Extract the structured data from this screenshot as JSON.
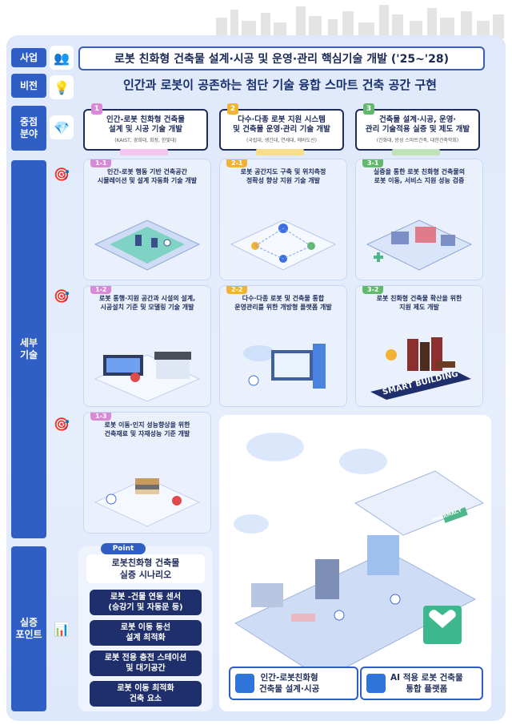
{
  "sidebar": {
    "business": "사업",
    "vision": "비전",
    "focus": "중점\n분야",
    "detail": "세부\n기술",
    "demo": "실증\n포인트"
  },
  "header": {
    "title": "로봇 친화형 건축물 설계·시공 및 운영·관리 핵심기술 개발 ('25~'28)",
    "vision": "인간과 로봇이 공존하는 첨단 기술 융합 스마트 건축 공간 구현"
  },
  "focus_areas": [
    {
      "num": "1",
      "title": "인간-로봇 친화형 건축물\n설계 및 시공 기술 개발",
      "sub": "(KAIST, 경희대, 회장, 한빛대)"
    },
    {
      "num": "2",
      "title": "다수·다종 로봇 지원 시스템\n및 건축물 운영·관리 기술 개발",
      "sub": "(국립대, 생긴대, 연세대, 에바도신)"
    },
    {
      "num": "3",
      "title": "건축물 설계·시공, 운영·\n관리 기술적용 실증 및 제도 개발",
      "sub": "(건화대, 방성 스마트건축, 대한건축학회)"
    }
  ],
  "details": [
    {
      "tag": "1-1",
      "text": "인간-로봇 행동 기반 건축공간\n시뮬레이션 및 설계 자동화 기술 개발"
    },
    {
      "tag": "2-1",
      "text": "로봇 공간지도 구축 및 위치측정\n정확성 향상 지원 기술 개발"
    },
    {
      "tag": "3-1",
      "text": "실증을 통한 로봇 친화형 건축물의\n로봇 이동, 서비스 지원 성능 검증"
    },
    {
      "tag": "1-2",
      "text": "로봇 통행·지원 공간과 시설의 설계,\n시공설치 기준 및 모델링 기술 개발"
    },
    {
      "tag": "2-2",
      "text": "다수·다종 로봇 및 건축물 통합\n운영관리를 위한 개방형 플랫폼 개발"
    },
    {
      "tag": "3-2",
      "text": "로봇 친화형 건축물 확산을 위한\n지원 제도 개발"
    },
    {
      "tag": "1-3",
      "text": "로봇 이동·인지 성능향상을 위한\n건축재료 및 자재성능 기준 개발"
    }
  ],
  "smart_building_label": "SMART BUILDING",
  "pharmacy_label": "PHARMACY",
  "point": {
    "tag": "Point",
    "title": "로봇친화형 건축물\n실증 시나리오",
    "items": [
      "로봇 -건물 연동 센서\n(승강기 및 자동문 등)",
      "로봇 이동 동선\n설계 최적화",
      "로봇 전용 충전 스테이션\n및 대기공간",
      "로봇 이동 최적화\n건축 요소"
    ]
  },
  "bottom": {
    "left": "인간-로봇친화형\n건축물 설계·시공",
    "right": "AI 적용 로봇 건축물\n통합 플랫폼"
  },
  "colors": {
    "sidebar": "#2f5fc5",
    "focus1": "#d98ad6",
    "focus2": "#f2b233",
    "focus3": "#63b96b",
    "dark_navy": "#1e2f6b"
  }
}
